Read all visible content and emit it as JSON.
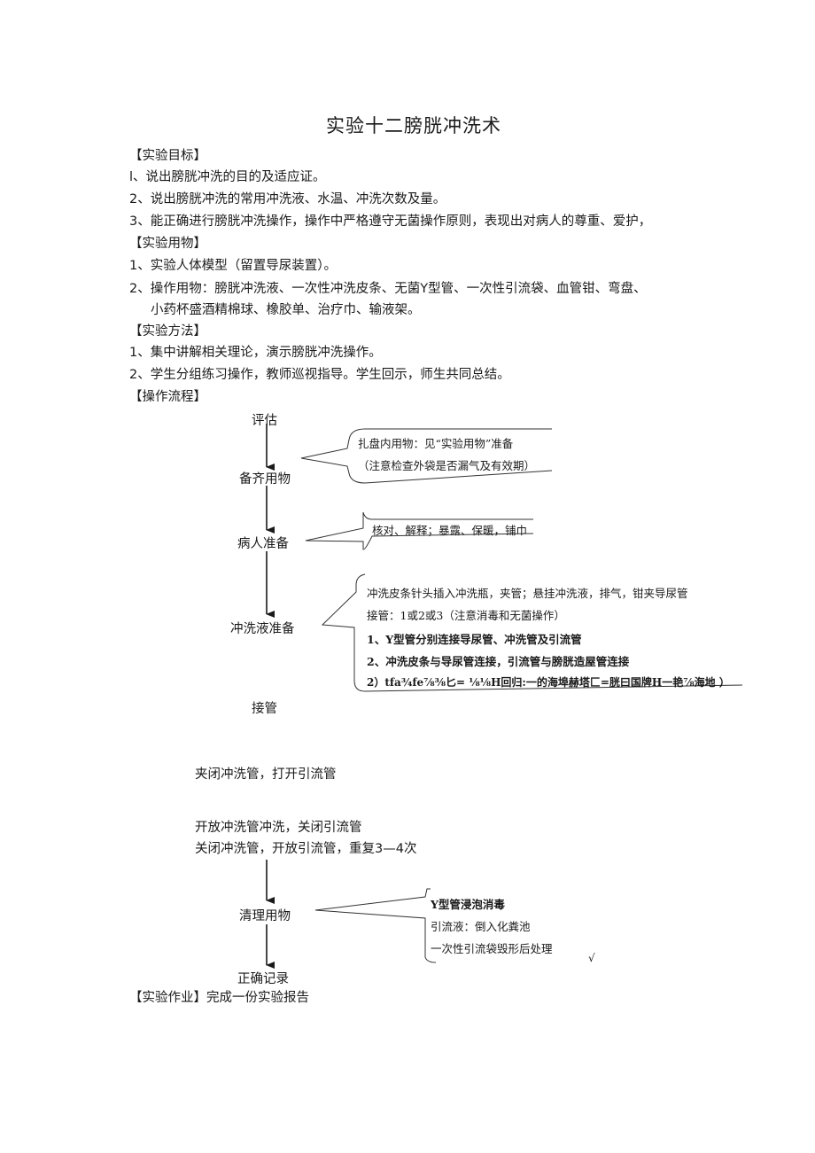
{
  "title": "实验十二膀胱冲洗术",
  "sections": {
    "goal_heading": "【实验目标】",
    "goal_items": [
      "l、说出膀胱冲洗的目的及适应证。",
      "2、说出膀胱冲洗的常用冲洗液、水温、冲洗次数及量。",
      "3、能正确进行膀胱冲洗操作，操作中严格遵守无菌操作原则，表现出对病人的尊重、爱护，"
    ],
    "supplies_heading": "【实验用物】",
    "supplies_items": [
      "1、实验人体模型（留置导尿装置）。",
      "2、操作用物：膀胱冲洗液、一次性冲洗皮条、无菌Y型管、一次性引流袋、血管钳、弯盘、",
      "小药杯盛酒精棉球、橡胶单、治疗巾、输液架。"
    ],
    "method_heading": "【实验方法】",
    "method_items": [
      "1、集中讲解相关理论，演示膀胱冲洗操作。",
      "2、学生分组练习操作，教师巡视指导。学生回示，师生共同总结。"
    ],
    "flow_heading": "【操作流程】",
    "homework": "【实验作业】完成一份实验报告"
  },
  "flow": {
    "steps": [
      "评估",
      "备齐用物",
      "病人准备",
      "冲洗液准备",
      "接管",
      "夹闭冲洗管，打开引流管",
      "开放冲洗管冲洗，关闭引流管",
      "关闭冲洗管，开放引流管，重复3—4次",
      "清理用物",
      "正确记录"
    ],
    "notes_supplies": [
      "扎盘内用物：见“实验用物”准备",
      "（注意检查外袋是否漏气及有效期）"
    ],
    "notes_patient": [
      "核对、解释；暴露、保暖，铺巾"
    ],
    "notes_solution": [
      "冲洗皮条针头插入冲洗瓶，夹管；悬挂冲洗液，排气，钳夹导尿管",
      "接管：1或2或3（注意消毒和无菌操作）",
      "1、Y型管分别连接导尿管、冲洗管及引流管",
      "2、冲洗皮条与导尿管连接，引流管与膀胱造屋管连接",
      "2）tfa¾fe⅞⅜匕= ⅛⅛H回归:一的海埠赫塔匚=胱曰国牌H一艳⅞海地 ）"
    ],
    "notes_cleanup": [
      "Y型管浸泡消毒",
      "引流液：倒入化粪池",
      "一次性引流袋毁形后处理"
    ],
    "check_mark": "√"
  }
}
